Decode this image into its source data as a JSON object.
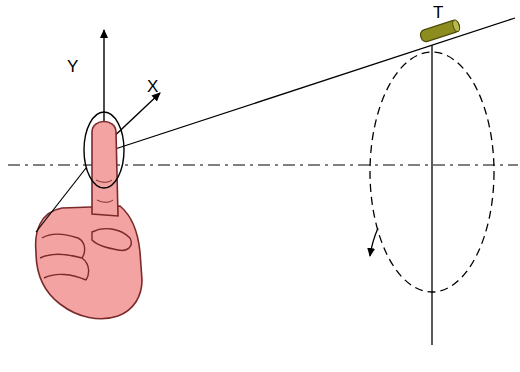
{
  "diagram": {
    "labels": [
      "Y",
      "X",
      "T"
    ]
  }
}
